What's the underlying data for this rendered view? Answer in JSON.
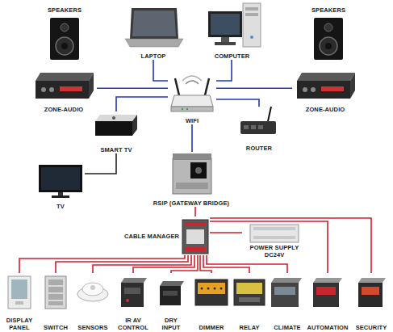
{
  "diagram": {
    "nodes": [
      {
        "text": [
          "SPEAKERS"
        ]
      },
      {
        "text": [
          "LAPTOP"
        ]
      },
      {
        "text": [
          "COMPUTER"
        ]
      },
      {
        "text": [
          "SPEAKERS"
        ]
      },
      {
        "text": [
          "ZONE-AUDIO"
        ]
      },
      {
        "text": [
          "ZONE-AUDIO"
        ]
      },
      {
        "text": [
          "SMART TV"
        ]
      },
      {
        "text": [
          "WIFI"
        ]
      },
      {
        "text": [
          "ROUTER"
        ]
      },
      {
        "text": [
          "TV"
        ]
      },
      {
        "text": [
          "RSIP (GATEWAY BRIDGE)"
        ]
      },
      {
        "text": [
          "CABLE MANAGER"
        ]
      },
      {
        "text": [
          "POWER SUPPLY DC24V"
        ]
      },
      {
        "text": [
          "DISPLAY PANEL"
        ]
      },
      {
        "text": [
          "SWITCH"
        ]
      },
      {
        "text": [
          "SENSORS"
        ]
      },
      {
        "text": [
          "IR AV CONTROL"
        ]
      },
      {
        "text": [
          "DRY INPUT"
        ]
      },
      {
        "text": [
          "DIMMER"
        ]
      },
      {
        "text": [
          "RELAY"
        ]
      },
      {
        "text": [
          "CLIMATE"
        ]
      },
      {
        "text": [
          "AUTOMATION"
        ]
      },
      {
        "text": [
          "SECURITY"
        ]
      }
    ],
    "edges": [
      {
        "from": 1,
        "to": 7,
        "arrow": "none"
      },
      {
        "from": 2,
        "to": 7,
        "arrow": "none"
      },
      {
        "from": 4,
        "to": 7,
        "arrow": "none"
      },
      {
        "from": 7,
        "to": 5,
        "arrow": "none"
      },
      {
        "from": 6,
        "to": 7,
        "arrow": "none"
      },
      {
        "from": 7,
        "to": 8,
        "arrow": "none"
      },
      {
        "from": 7,
        "to": 10,
        "arrow": "none"
      },
      {
        "from": 6,
        "to": 9,
        "arrow": "none"
      },
      {
        "from": 10,
        "to": 11,
        "arrow": "none"
      },
      {
        "from": 11,
        "to": 12,
        "arrow": "none"
      },
      {
        "from": 11,
        "to": 13,
        "arrow": "none"
      },
      {
        "from": 11,
        "to": 14,
        "arrow": "none"
      },
      {
        "from": 11,
        "to": 15,
        "arrow": "none"
      },
      {
        "from": 11,
        "to": 16,
        "arrow": "none"
      },
      {
        "from": 11,
        "to": 17,
        "arrow": "none"
      },
      {
        "from": 11,
        "to": 18,
        "arrow": "none"
      },
      {
        "from": 11,
        "to": 19,
        "arrow": "none"
      },
      {
        "from": 11,
        "to": 20,
        "arrow": "none"
      },
      {
        "from": 11,
        "to": 21,
        "arrow": "none"
      },
      {
        "from": 11,
        "to": 22,
        "arrow": "none"
      }
    ]
  }
}
